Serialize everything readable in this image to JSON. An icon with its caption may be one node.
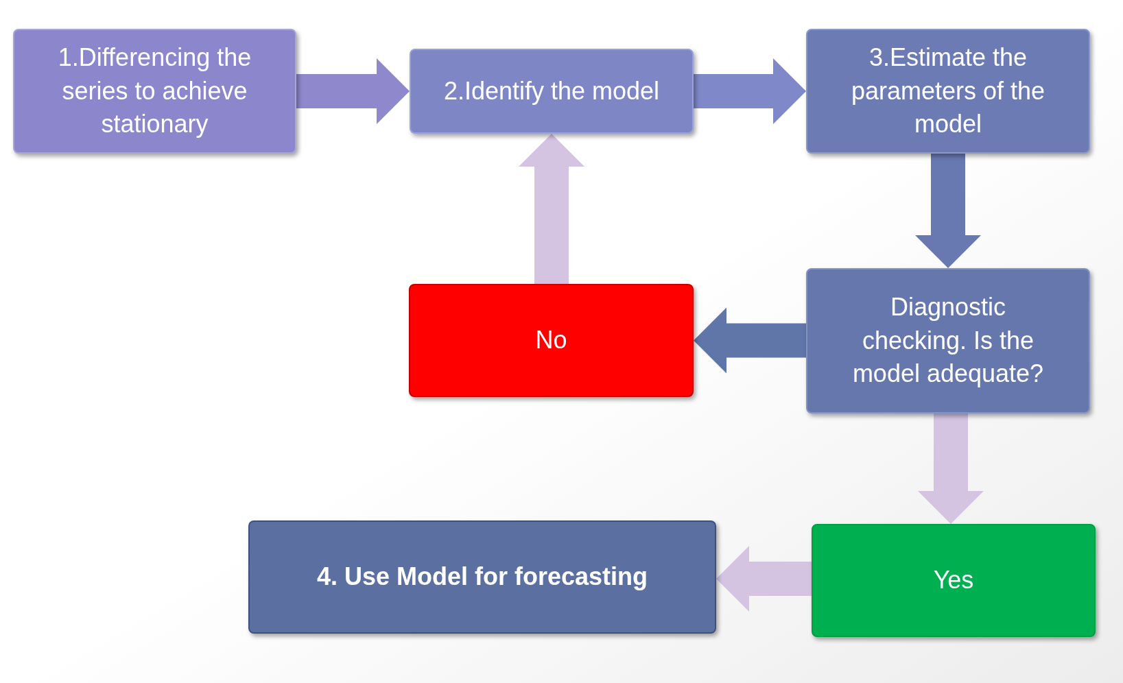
{
  "diagram": {
    "nodes": [
      {
        "text": [
          "1.Differencing the series to achieve stationary"
        ]
      },
      {
        "text": [
          "2.Identify the model"
        ]
      },
      {
        "text": [
          "3.Estimate the parameters of the model"
        ]
      },
      {
        "text": [
          "Diagnostic checking. Is the model adequate?"
        ]
      },
      {
        "text": [
          "No"
        ]
      },
      {
        "text": [
          "Yes"
        ]
      },
      {
        "text": [
          "4. Use Model for forecasting"
        ]
      }
    ],
    "edges": [
      {
        "from": 0,
        "to": 1,
        "arrow": "to",
        "color": "#8f88cc"
      },
      {
        "from": 1,
        "to": 2,
        "arrow": "to",
        "color": "#7f88c8"
      },
      {
        "from": 2,
        "to": 3,
        "arrow": "to",
        "color": "#6878b0"
      },
      {
        "from": 3,
        "to": 4,
        "arrow": "to",
        "color": "#6075a8"
      },
      {
        "from": 4,
        "to": 1,
        "arrow": "to",
        "color": "#d4c4e2"
      },
      {
        "from": 3,
        "to": 5,
        "arrow": "to",
        "color": "#d4c4e2"
      },
      {
        "from": 5,
        "to": 6,
        "arrow": "to",
        "color": "#d4c4e2"
      }
    ]
  }
}
